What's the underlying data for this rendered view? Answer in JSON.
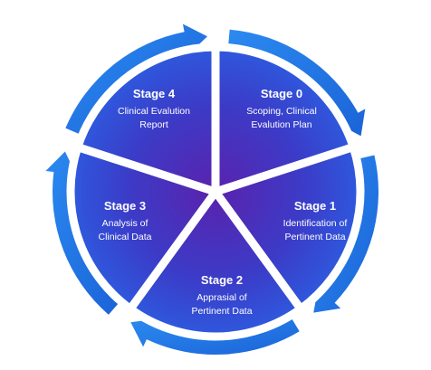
{
  "colors": {
    "background": "#ffffff",
    "ring_light": "#2b8af0",
    "ring_dark": "#1b63d8",
    "segment_inner": "#5a22ad",
    "segment_mid": "#3b3cc8",
    "segment_outer": "#2a62e4",
    "text": "#ffffff"
  },
  "stages": [
    {
      "title": "Stage 0",
      "desc_line1": "Scoping, Clinical",
      "desc_line2": "Evalution Plan"
    },
    {
      "title": "Stage 1",
      "desc_line1": "Identification of",
      "desc_line2": "Pertinent Data"
    },
    {
      "title": "Stage 2",
      "desc_line1": "Apprasial of",
      "desc_line2": "Pertinent Data"
    },
    {
      "title": "Stage 3",
      "desc_line1": "Analysis of",
      "desc_line2": "Clinical Data"
    },
    {
      "title": "Stage 4",
      "desc_line1": "Clinical Evalution",
      "desc_line2": "Report"
    }
  ]
}
